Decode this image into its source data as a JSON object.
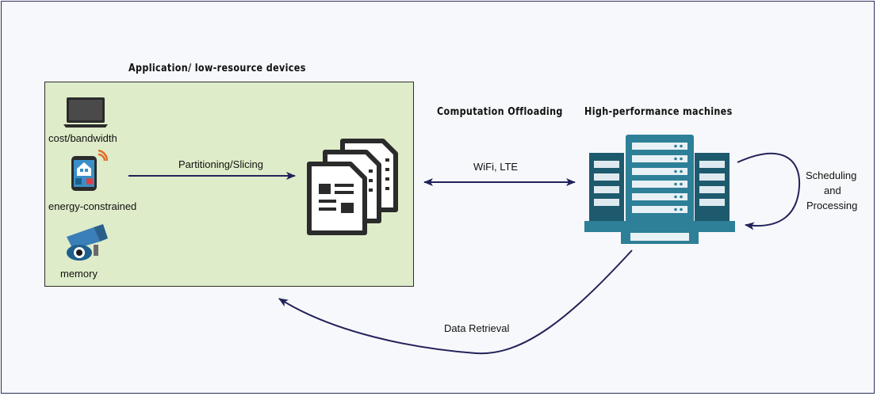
{
  "headings": {
    "devices": "Application/ low-resource devices",
    "offloading": "Computation Offloading",
    "hpc": "High-performance machines"
  },
  "devices": [
    {
      "label": "cost/bandwidth",
      "icon": "laptop-icon"
    },
    {
      "label": "energy-constrained",
      "icon": "smart-home-phone-icon"
    },
    {
      "label": "memory",
      "icon": "surveillance-camera-icon"
    }
  ],
  "edges": {
    "partitioning": "Partitioning/Slicing",
    "network": "WiFi, LTE",
    "scheduling_line1": "Scheduling",
    "scheduling_line2": "and",
    "scheduling_line3": "Processing",
    "retrieval": "Data Retrieval"
  },
  "colors": {
    "arrow": "#22225a",
    "panel_fill": "#deecc9",
    "server_dark": "#1e5a6e",
    "server_light": "#2e7f98",
    "document": "#2b2b2b"
  }
}
